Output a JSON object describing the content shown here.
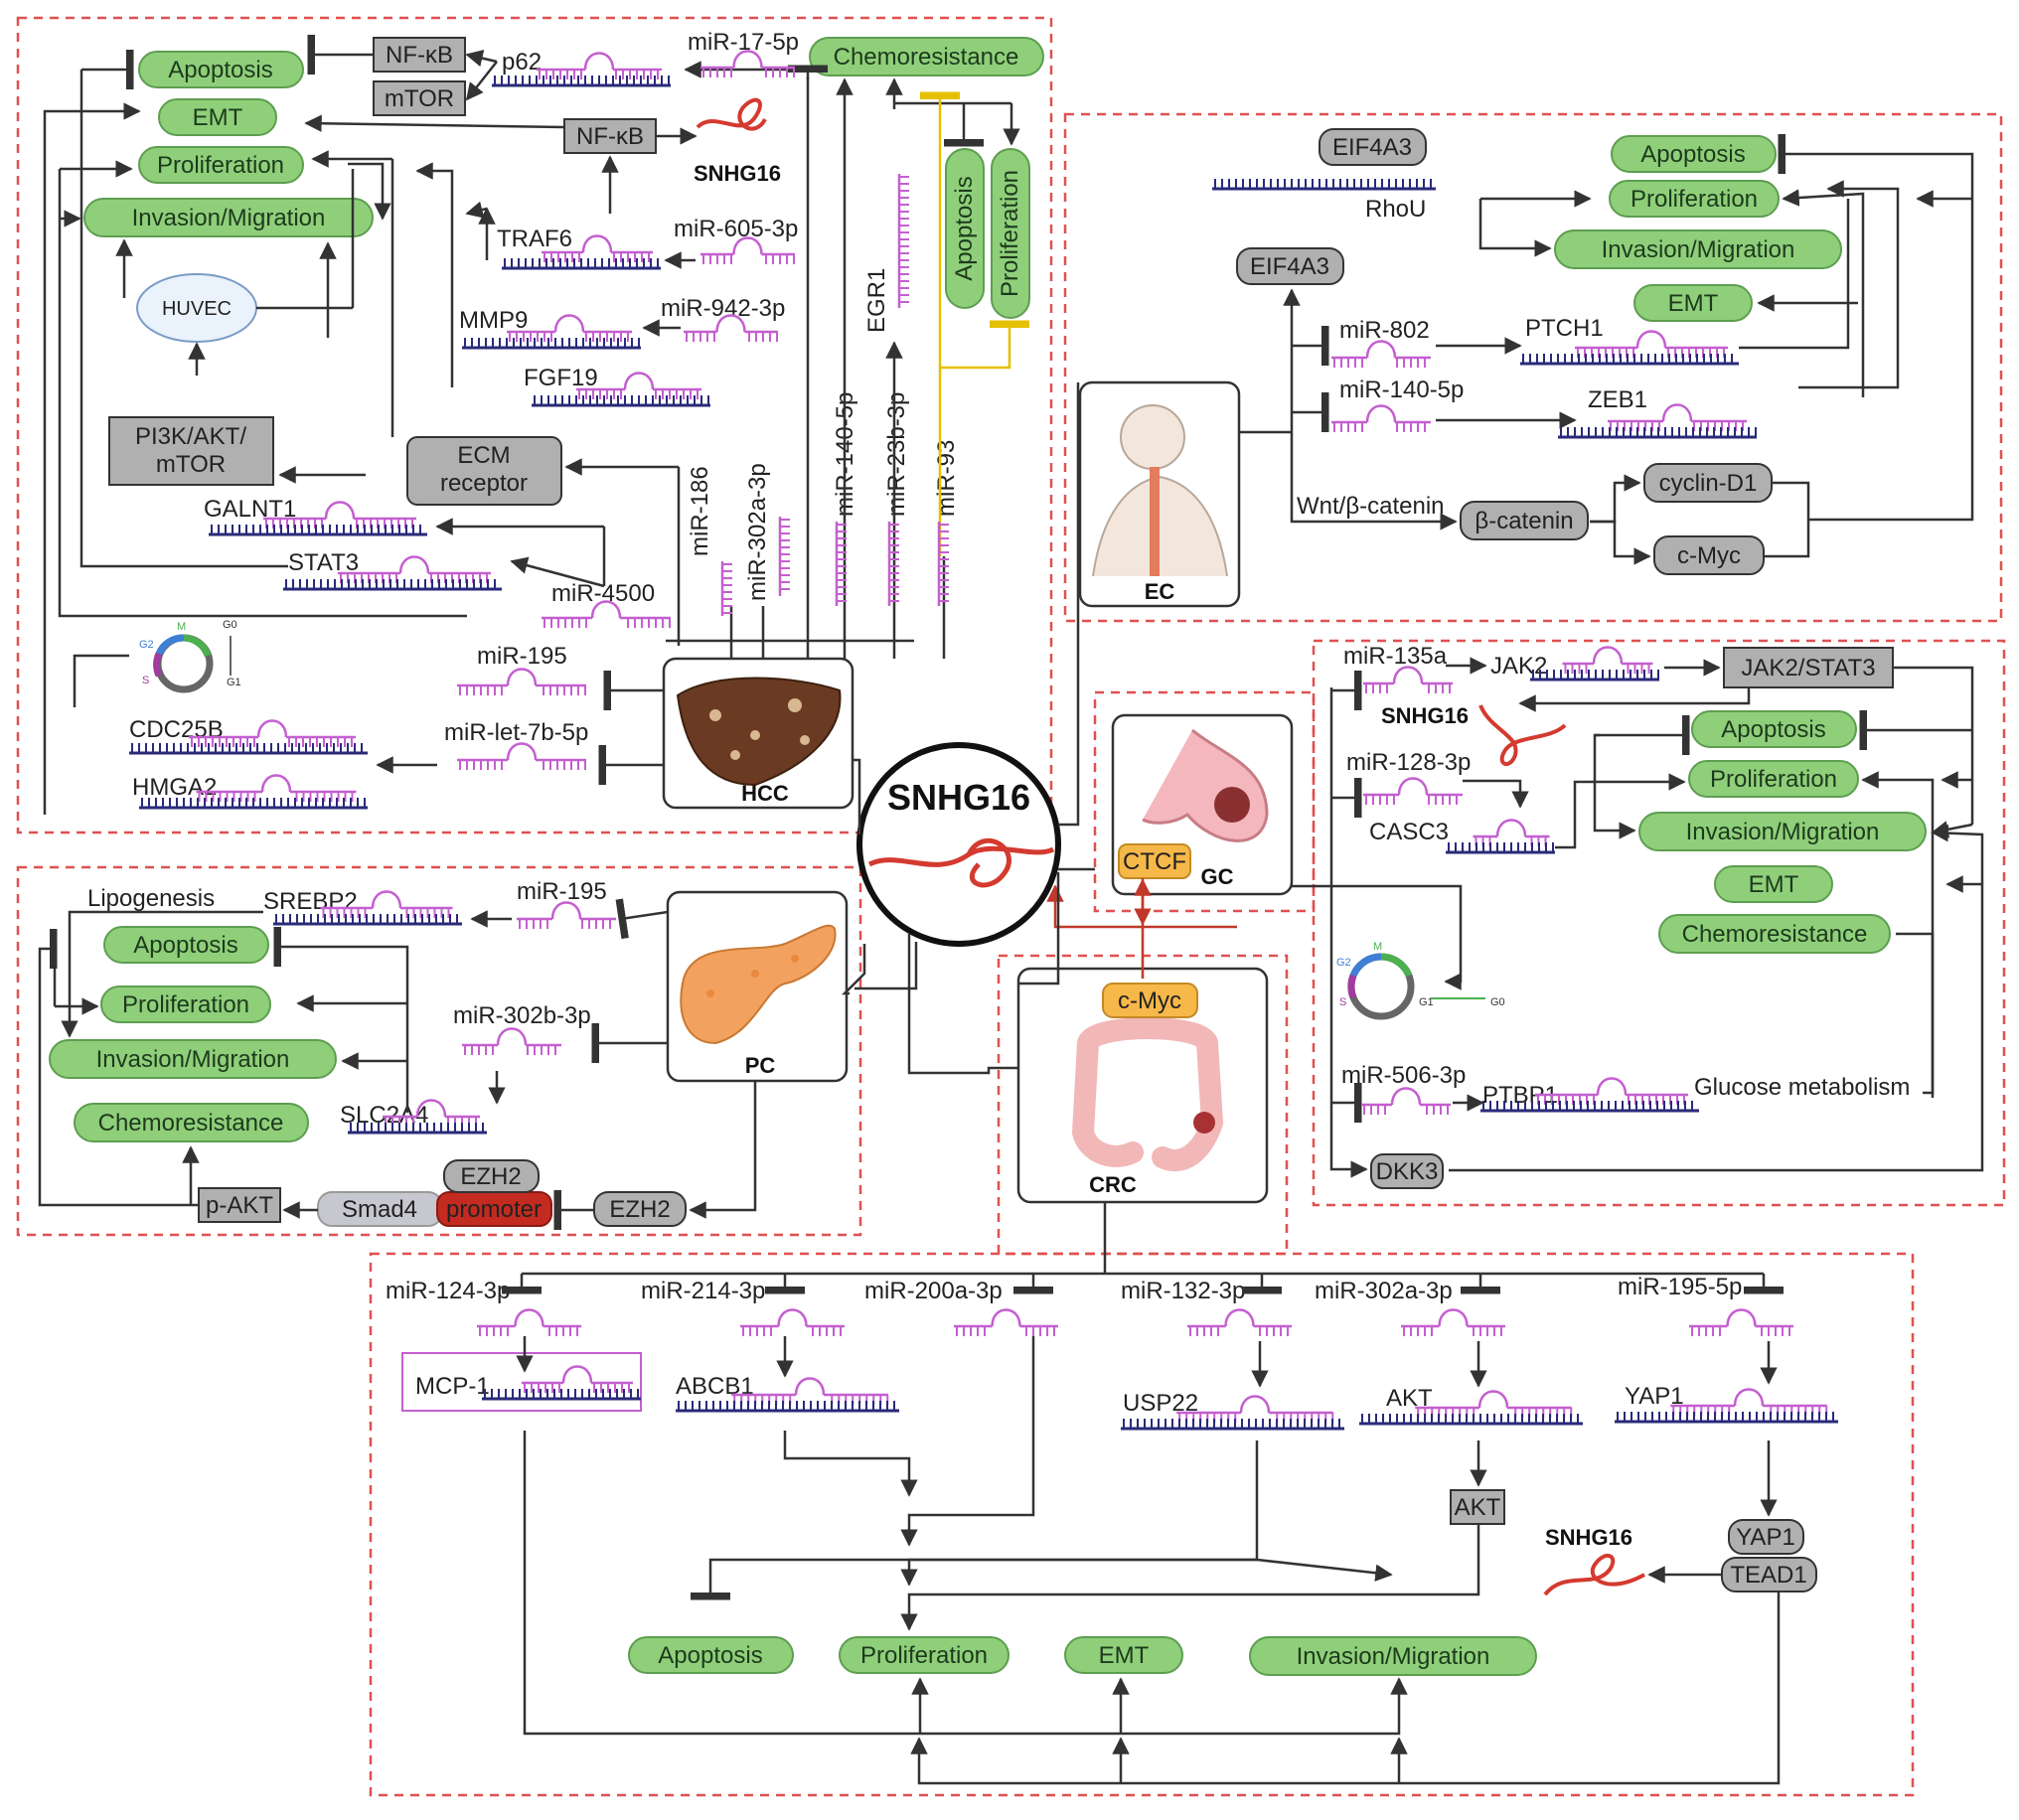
{
  "hub": {
    "title": "SNHG16"
  },
  "organs": {
    "hcc": "HCC",
    "ec": "EC",
    "gc": "GC",
    "pc": "PC",
    "crc": "CRC"
  },
  "outcomes": {
    "apoptosis": "Apoptosis",
    "emt": "EMT",
    "proliferation": "Proliferation",
    "invasion": "Invasion/Migration",
    "chemoresistance": "Chemoresistance"
  },
  "hcc": {
    "nfkb_a": "NF-κB",
    "mtor": "mTOR",
    "nfkb_b": "NF-κB",
    "snhg16": "SNHG16",
    "p62": "p62",
    "mir17": "miR-17-5p",
    "traf6": "TRAF6",
    "mir605": "miR-605-3p",
    "huvec": "HUVEC",
    "mmp9": "MMP9",
    "mir942": "miR-942-3p",
    "fgf19": "FGF19",
    "pi3k": "PI3K/AKT/\nmTOR",
    "ecm": "ECM\nreceptor",
    "galnt1": "GALNT1",
    "stat3": "STAT3",
    "mir4500": "miR-4500",
    "mir195": "miR-195",
    "cdc25b": "CDC25B",
    "mirlet7b": "miR-let-7b-5p",
    "hmga2": "HMGA2",
    "mir186": "miR-186",
    "mir302a": "miR-302a-3p",
    "mir140": "miR-140-5p",
    "mir23b": "miR-23b-3p",
    "mir93": "miR-93",
    "egr1": "EGR1",
    "cycle_labels": [
      "M",
      "G2",
      "S",
      "G1",
      "G0"
    ]
  },
  "ec": {
    "eif4a3_a": "EIF4A3",
    "rhou": "RhoU",
    "eif4a3_b": "EIF4A3",
    "mir802": "miR-802",
    "ptch1": "PTCH1",
    "mir140": "miR-140-5p",
    "zeb1": "ZEB1",
    "wnt": "Wnt/β-catenin",
    "bcat": "β-catenin",
    "cyclind1": "cyclin-D1",
    "cmyc": "c-Myc"
  },
  "gc": {
    "mir135a": "miR-135a",
    "jak2": "JAK2",
    "jak2stat3": "JAK2/STAT3",
    "snhg16": "SNHG16",
    "mir128": "miR-128-3p",
    "casc3": "CASC3",
    "mir506": "miR-506-3p",
    "ptbp1": "PTBP1",
    "glucose": "Glucose  metabolism",
    "dkk3": "DKK3",
    "ctcf": "CTCF",
    "cycle_labels": [
      "M",
      "G2",
      "S",
      "G1",
      "G0"
    ]
  },
  "pc": {
    "lipogenesis": "Lipogenesis",
    "srebp2": "SREBP2",
    "mir195": "miR-195",
    "mir302b": "miR-302b-3p",
    "slc2a4": "SLC2A4",
    "ezh2_top": "EZH2",
    "promoter": "promoter",
    "ezh2": "EZH2",
    "smad4": "Smad4",
    "pakt": "p-AKT"
  },
  "crc": {
    "cmyc": "c-Myc",
    "mirs": [
      "miR-124-3p",
      "miR-214-3p",
      "miR-200a-3p",
      "miR-132-3p",
      "miR-302a-3p",
      "miR-195-5p"
    ],
    "targets": [
      "MCP-1",
      "ABCB1",
      "USP22",
      "AKT",
      "YAP1"
    ],
    "akt_box": "AKT",
    "yap1": "YAP1",
    "tead1": "TEAD1",
    "snhg16": "SNHG16"
  },
  "colors": {
    "pill_fill": "#8fcf7a",
    "pill_stroke": "#5d9e50",
    "gene_purple": "#c45fd0",
    "gene_navy": "#2a2a7a",
    "region_dash": "#e05050",
    "gray_box": "#b0b0b0",
    "orange_box": "#f7b84a",
    "red_rna": "#d43a2f",
    "yellow_line": "#e5c000"
  }
}
